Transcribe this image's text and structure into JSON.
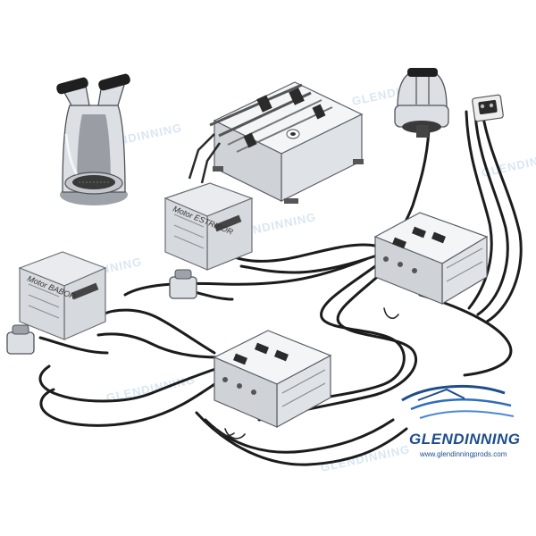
{
  "engines": {
    "port_label": "Motor BABOR",
    "starboard_label": "Motor ESTRIBOR"
  },
  "watermark": {
    "text": "GLENDINNING"
  },
  "logo": {
    "brand": "GLENDINNING",
    "url": "www.glendinningprods.com"
  },
  "colors": {
    "brand_blue": "#1e4d8c",
    "wire": "#1c1c1c",
    "watermark_blue": "#b9d3ea"
  }
}
